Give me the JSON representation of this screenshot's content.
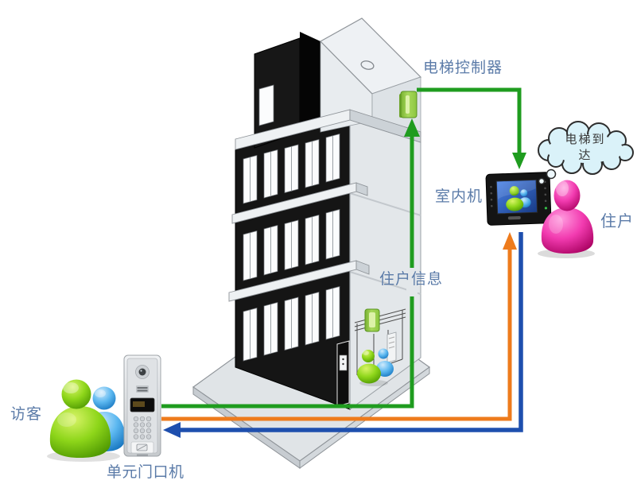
{
  "diagram": {
    "title_present": false,
    "labels": {
      "elevator_controller": "电梯控制器",
      "indoor_monitor": "室内机",
      "resident": "住户",
      "resident_info": "住户信息",
      "visitor": "访客",
      "door_station": "单元门口机"
    },
    "cloud": {
      "line1": "电梯到",
      "line2": "达"
    },
    "colors": {
      "green_line": "#1f9c1f",
      "orange_line": "#ee7b1c",
      "blue_line": "#1e4fae",
      "label_text": "#5b7ba8",
      "cloud_fill": "#daf2f9",
      "cloud_text": "#3a3a3a",
      "visitor_green": "#76c515",
      "visitor_blue": "#2e9fe0",
      "resident_pink": "#e8199c",
      "controller_green": "#8cc63f"
    },
    "connections": [
      {
        "from": "door_station",
        "to": "elevator_controller",
        "color": "green",
        "label": "住户信息"
      },
      {
        "from": "elevator_controller",
        "to": "indoor_monitor",
        "color": "green",
        "label": "电梯到达"
      },
      {
        "from": "door_station",
        "to": "indoor_monitor",
        "color": "orange"
      },
      {
        "from": "indoor_monitor",
        "to": "door_station",
        "color": "blue"
      }
    ]
  }
}
